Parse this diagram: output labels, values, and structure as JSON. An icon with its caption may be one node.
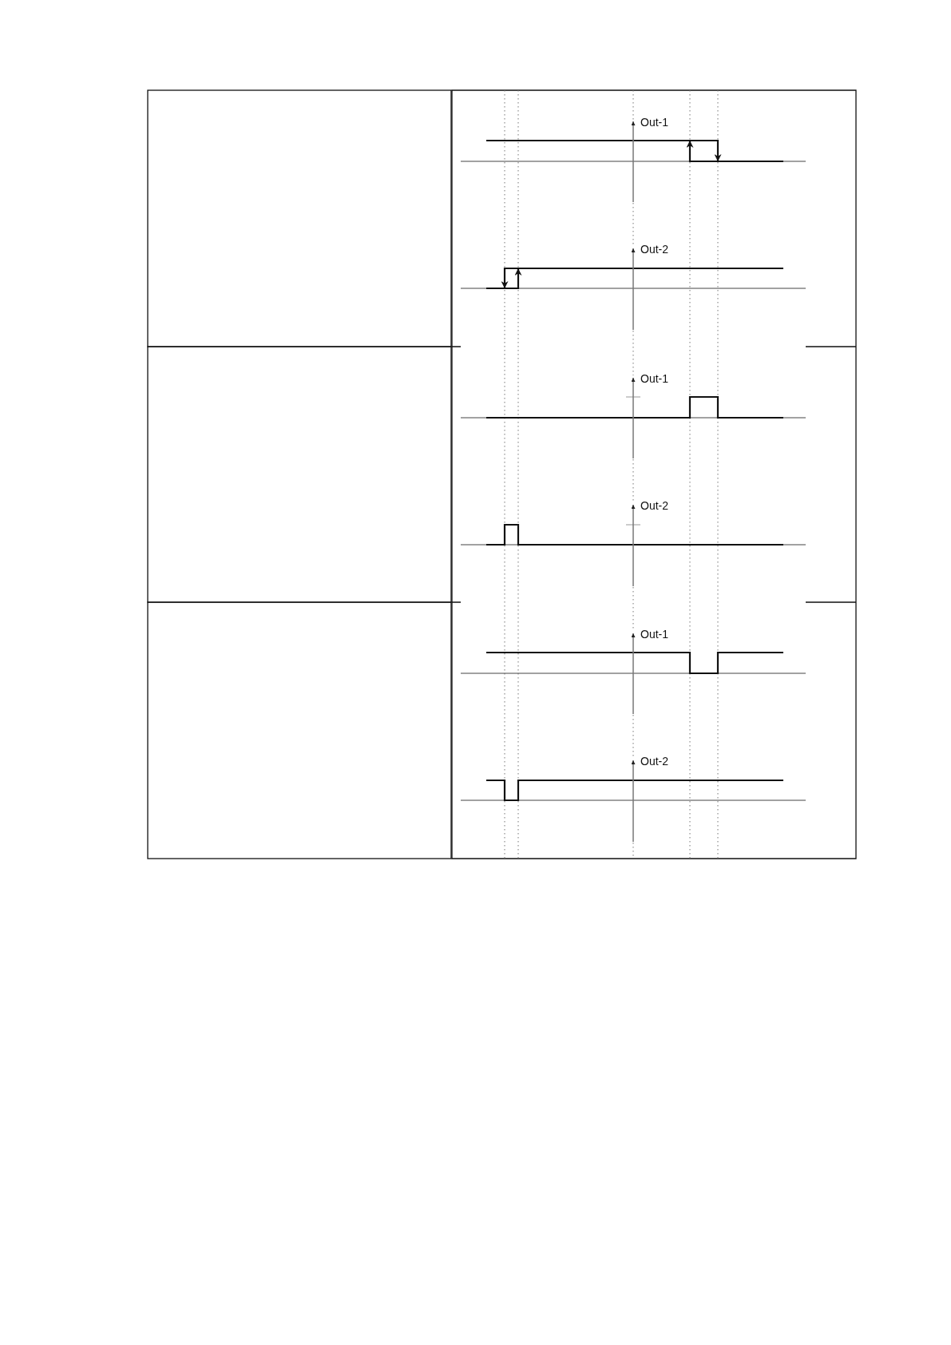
{
  "diagram": {
    "labels": [
      "Out-1",
      "Out-2",
      "Out-1",
      "Out-2",
      "Out-1",
      "Out-2"
    ]
  }
}
